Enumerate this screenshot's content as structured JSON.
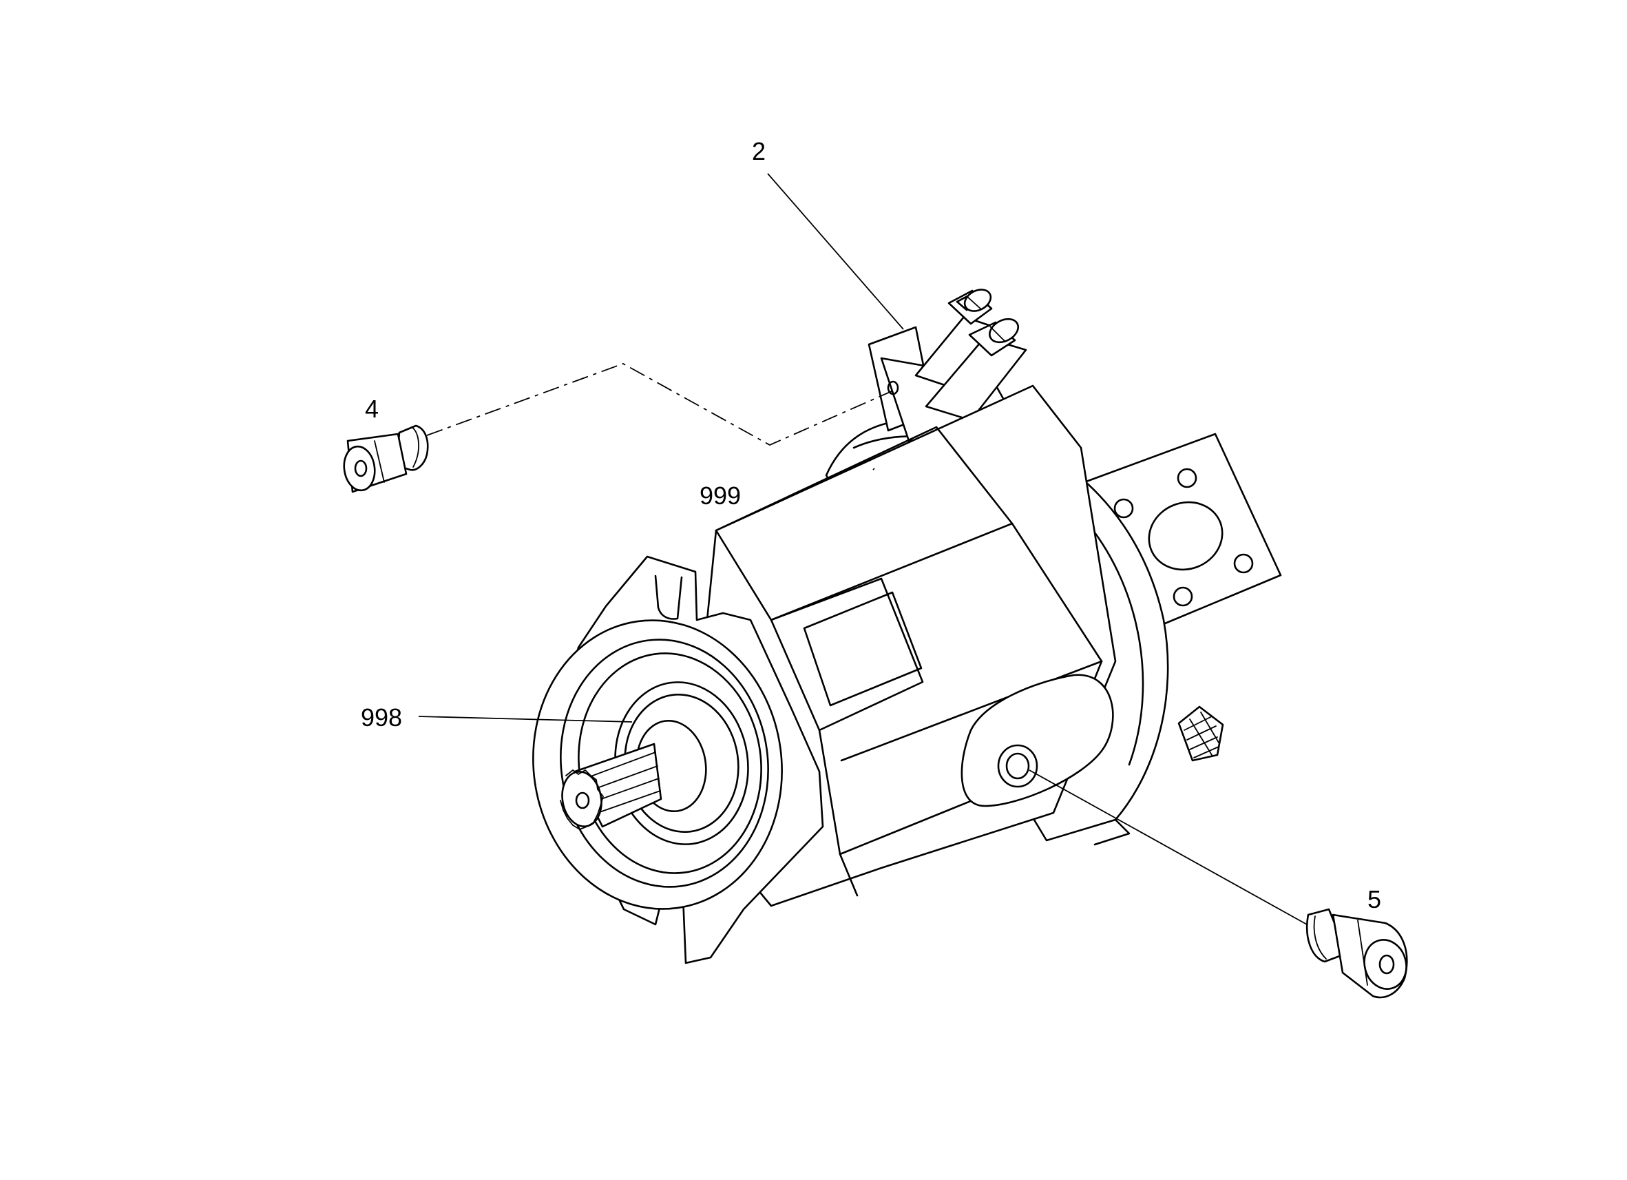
{
  "callouts": {
    "c2": "2",
    "c4": "4",
    "c5": "5",
    "c998": "998",
    "c999": "999"
  },
  "colors": {
    "line": "#000000",
    "background": "#ffffff"
  }
}
